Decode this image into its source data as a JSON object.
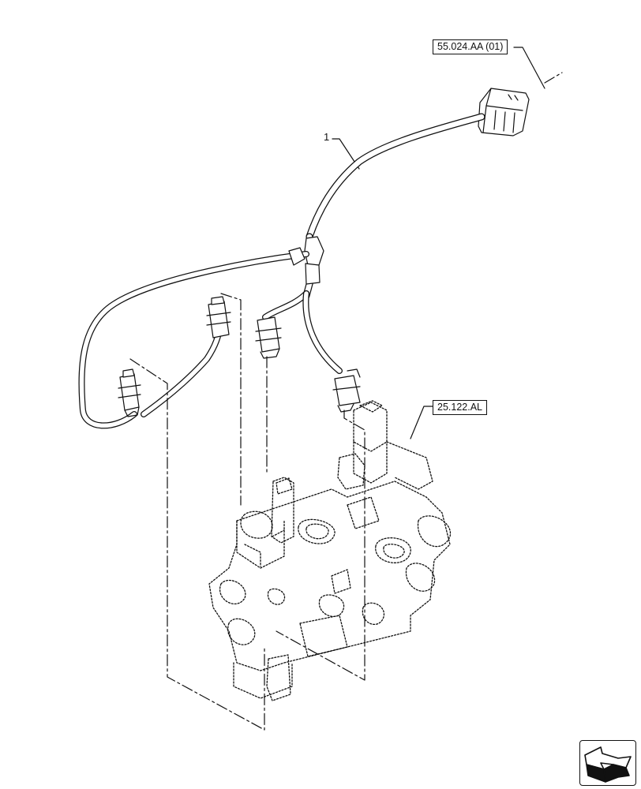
{
  "references": {
    "harness_ref": "55.024.AA (01)",
    "valve_ref": "25.122.AL"
  },
  "callouts": {
    "item_1": "1"
  },
  "colors": {
    "line": "#111111",
    "background": "#ffffff"
  },
  "navigation": {
    "icon": "arrow-exit-icon"
  }
}
